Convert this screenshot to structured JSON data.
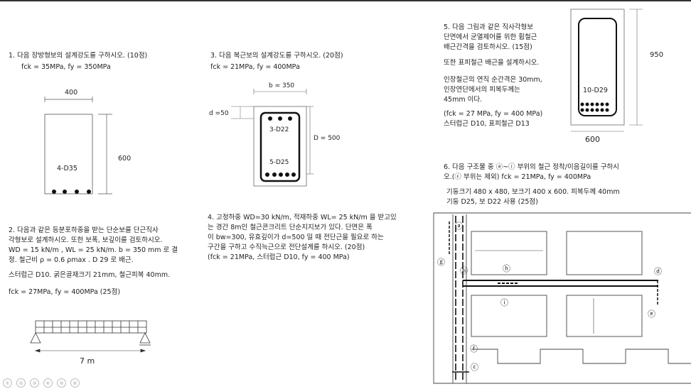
{
  "q1": {
    "line1": "1.   다음 장방형보의 설계강도를 구하시오. (10점)",
    "line2": "fck = 35MPa,   fy = 350MPa",
    "width": "400",
    "height": "600",
    "rebar": "4-D35"
  },
  "q2": {
    "text": "2. 다음과 같은 등분포하중을 받는 단순보를 단근직사\n각형보로 설계하시오. 또한 보폭, 보깊이를 검토하시오.\nWD = 15 kN/m ,  WL = 25 kN/m. b = 350 mm 로 결\n정.  철근비 ρ = 0.6 ρmax .     D 29  로 배근.",
    "line2": "스터럽근 D10. 굵은골재크기  21mm, 철근피복 40mm.",
    "line3": "fck = 27MPa,   fy = 400MPa  (25점)",
    "span": "7 m"
  },
  "q3": {
    "line1": "3.  다음 복근보의 설계강도를 구하시오. (20점)",
    "line2": "fck = 21MPa,    fy = 400MPa",
    "b": "b = 350",
    "d": "d =50",
    "D": "D = 500",
    "top": "3-D22",
    "bot": "5-D25"
  },
  "q4": {
    "text": "4.    고정하중 WD=30 kN/m, 적재하중 WL= 25 kN/m 을 받고있\n는 경간 8m인 철근콘크리트 단순지지보가 있다.   단면은 폭\n이 bw=300, 유효깊이가 d=500 일 때 전단근을 필요로 하는\n구간을 구하고 수직늑근으로 전단설계를 하시오.  (20점)\n(fck = 21MPa,  스터럽근 D10,  fy = 400 MPa)"
  },
  "q5": {
    "text": "5. 다음 그림과 같은 직사각형보\n단면에서 균열제어를 위한 휨철근\n배근간격을 검토하시오. (15점)",
    "t2": "또한 표피철근 배근을 설계하시오.",
    "t3": "인장철근의 연직 순간격은 30mm,\n인장연단에서의 피복두께는\n45mm 이다.",
    "t4": "(fck = 27 MPa, fy = 400 MPa)\n스터럽근 D10, 표피철근 D13",
    "h": "950",
    "w": "600",
    "rebar": "10-D29"
  },
  "q6": {
    "text": "6. 다음 구조물 중 ⓐ~ⓘ 부위의 철근 정착/이음길이를 구하시\n오.(ⓒ 부위는 제외)           fck = 21MPa,    fy = 400MPa",
    "t2": "기둥크기  480 x 480, 보크기  400 x 600.   피복두께 40mm\n기둥 D25, 보 D22 사용  (25점)",
    "marks": [
      "ⓐ",
      "ⓑ",
      "ⓒ",
      "ⓓ",
      "ⓔ",
      "ⓕ",
      "ⓖ",
      "ⓗ",
      "ⓘ"
    ]
  },
  "toolbar": [
    "①",
    "②",
    "③",
    "④",
    "⑤",
    "⑥"
  ]
}
